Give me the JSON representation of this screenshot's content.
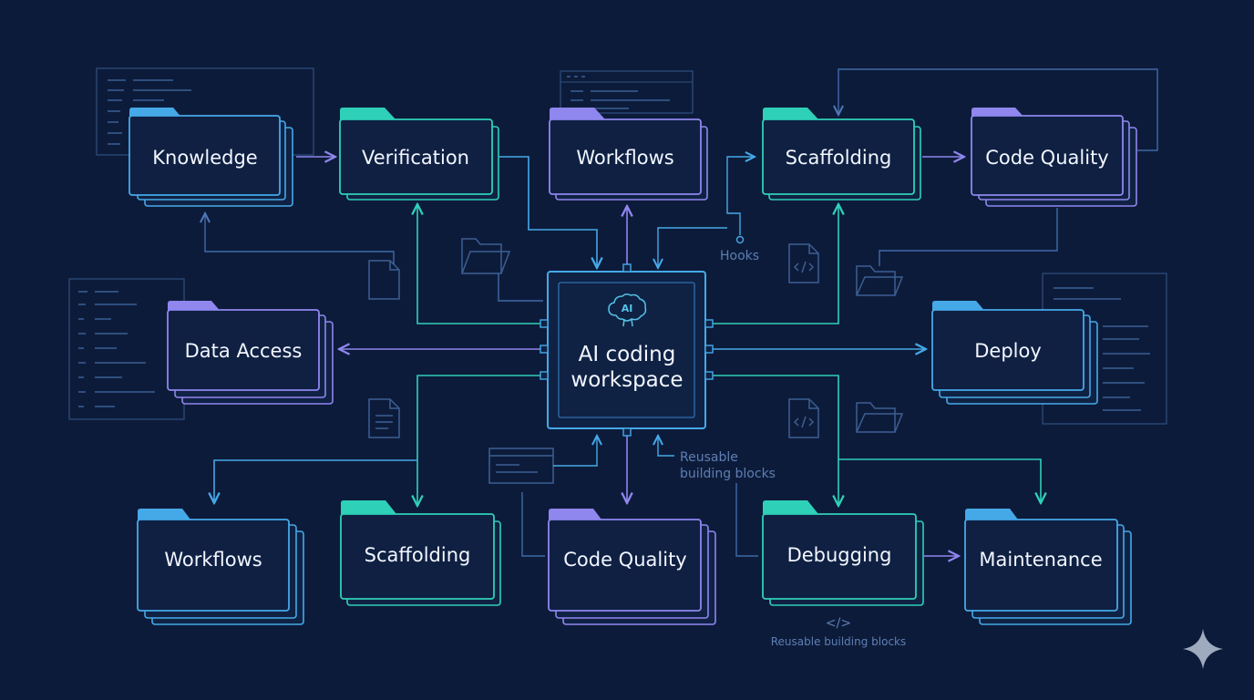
{
  "hub": {
    "line1": "AI coding",
    "line2": "workspace",
    "icon_text": "AI",
    "icon": "brain-icon"
  },
  "cards": {
    "knowledge": "Knowledge",
    "verification": "Verification",
    "workflows_top": "Workflows",
    "scaffolding_top": "Scaffolding",
    "code_quality_top": "Code Quality",
    "data_access": "Data Access",
    "deploy": "Deploy",
    "workflows_bottom": "Workflows",
    "scaffolding_bottom": "Scaffolding",
    "code_quality_bottom": "Code Quality",
    "debugging": "Debugging",
    "maintenance": "Maintenance"
  },
  "notes": {
    "hooks": "Hooks",
    "reusable_line1": "Reusable",
    "reusable_line2": "building blocks",
    "reusable_small": "Reusable building blocks",
    "code_glyph": "</>"
  },
  "colors": {
    "background": "#0d1b3a",
    "teal": "#2fd0b8",
    "blue": "#45a9e8",
    "purple": "#8f86ee",
    "cyan": "#55c2e6",
    "muted": "#3c5f93"
  },
  "icons": [
    "folder-icon",
    "document-icon",
    "code-file-icon",
    "code-window-icon",
    "sparkle-icon"
  ]
}
